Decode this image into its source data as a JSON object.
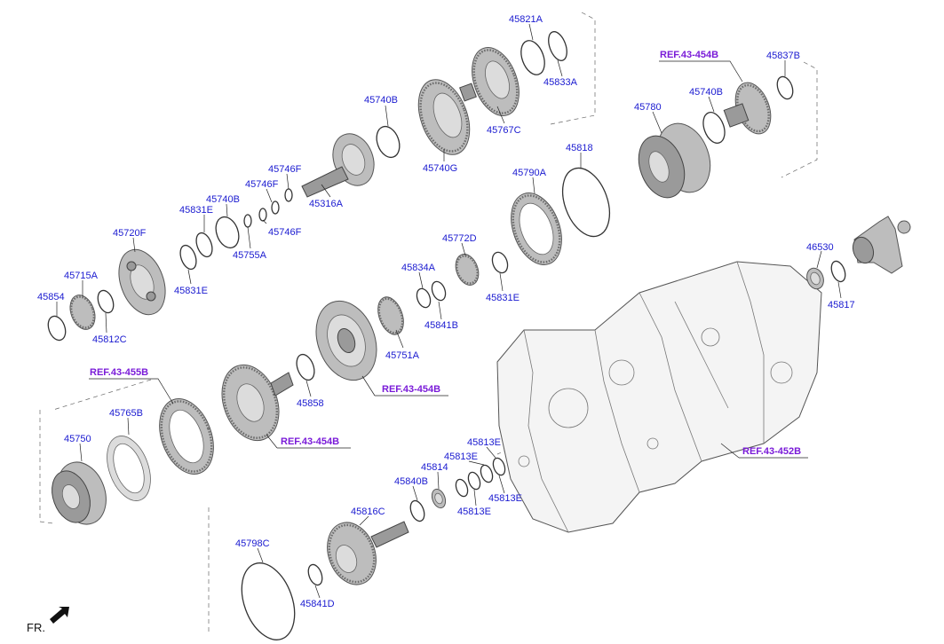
{
  "labels": {
    "p45821A": "45821A",
    "p45833A": "45833A",
    "p45767C": "45767C",
    "p45740B_top": "45740B",
    "p45740G": "45740G",
    "p45746F_a": "45746F",
    "p45746F_b": "45746F",
    "p45746F_c": "45746F",
    "p45316A": "45316A",
    "p45740B_mid": "45740B",
    "p45831E_a": "45831E",
    "p45755A": "45755A",
    "p45720F": "45720F",
    "p45831E_b": "45831E",
    "p45715A": "45715A",
    "p45854": "45854",
    "p45812C": "45812C",
    "p45837B": "45837B",
    "p45740B_right": "45740B",
    "p45780": "45780",
    "p45818": "45818",
    "p45790A": "45790A",
    "p45772D": "45772D",
    "p45834A": "45834A",
    "p45831E_c": "45831E",
    "p45841B": "45841B",
    "p45751A": "45751A",
    "p45858": "45858",
    "p46530": "46530",
    "p45817": "45817",
    "p45765B": "45765B",
    "p45750": "45750",
    "p45813E_a": "45813E",
    "p45813E_b": "45813E",
    "p45814": "45814",
    "p45840B": "45840B",
    "p45813E_c": "45813E",
    "p45813E_d": "45813E",
    "p45816C": "45816C",
    "p45798C": "45798C",
    "p45841D": "45841D"
  },
  "refs": {
    "ref_top_right": "REF.43-454B",
    "ref_left": "REF.43-455B",
    "ref_mid": "REF.43-454B",
    "ref_lower_mid": "REF.43-454B",
    "ref_case": "REF.43-452B"
  },
  "direction": {
    "front_label": "FR."
  },
  "colors": {
    "part_number": "#1a1ad0",
    "reference": "#7a1bd8"
  }
}
